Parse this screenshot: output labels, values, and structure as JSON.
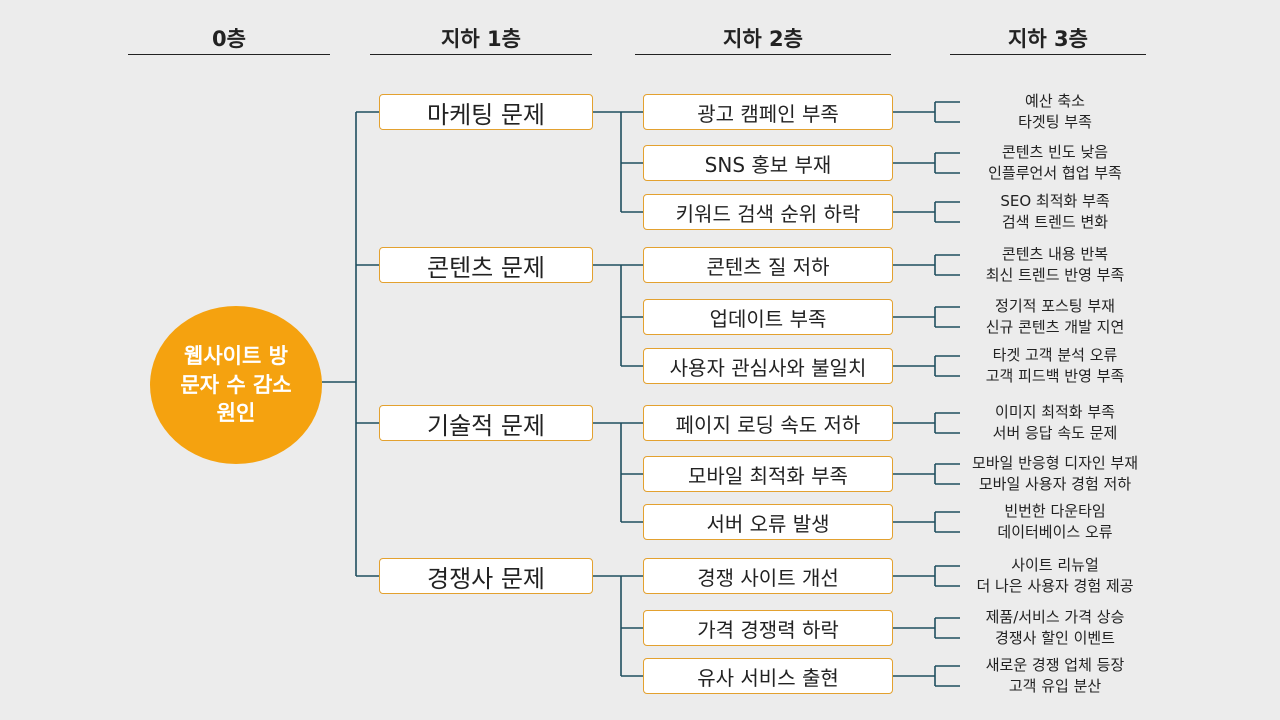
{
  "headers": [
    "0층",
    "지하 1층",
    "지하 2층",
    "지하 3층"
  ],
  "root": "웹사이트 방문자 수 감소 원인",
  "groups": [
    {
      "label": "마케팅 문제",
      "children": [
        {
          "label": "광고 캠페인 부족",
          "details": [
            "예산 축소",
            "타겟팅 부족"
          ]
        },
        {
          "label": "SNS 홍보 부재",
          "details": [
            "콘텐츠 빈도 낮음",
            "인플루언서 협업 부족"
          ]
        },
        {
          "label": "키워드 검색 순위 하락",
          "details": [
            "SEO 최적화 부족",
            "검색 트렌드 변화"
          ]
        }
      ]
    },
    {
      "label": "콘텐츠 문제",
      "children": [
        {
          "label": "콘텐츠 질 저하",
          "details": [
            "콘텐츠 내용 반복",
            "최신 트렌드 반영 부족"
          ]
        },
        {
          "label": "업데이트 부족",
          "details": [
            "정기적 포스팅 부재",
            "신규 콘텐츠 개발 지연"
          ]
        },
        {
          "label": "사용자 관심사와 불일치",
          "details": [
            "타겟 고객 분석 오류",
            "고객 피드백 반영 부족"
          ]
        }
      ]
    },
    {
      "label": "기술적 문제",
      "children": [
        {
          "label": "페이지 로딩 속도 저하",
          "details": [
            "이미지 최적화 부족",
            "서버 응답 속도 문제"
          ]
        },
        {
          "label": "모바일 최적화 부족",
          "details": [
            "모바일 반응형 디자인 부재",
            "모바일 사용자 경험 저하"
          ]
        },
        {
          "label": "서버 오류 발생",
          "details": [
            "빈번한 다운타임",
            "데이터베이스 오류"
          ]
        }
      ]
    },
    {
      "label": "경쟁사 문제",
      "children": [
        {
          "label": "경쟁 사이트 개선",
          "details": [
            "사이트 리뉴얼",
            "더 나은 사용자 경험 제공"
          ]
        },
        {
          "label": "가격 경쟁력 하락",
          "details": [
            "제품/서비스 가격 상승",
            "경쟁사 할인 이벤트"
          ]
        },
        {
          "label": "유사 서비스 출현",
          "details": [
            "새로운 경쟁 업체 등장",
            "고객 유입 분산"
          ]
        }
      ]
    }
  ],
  "colors": {
    "root_fill": "#f5a20f",
    "box_border": "#e3a12f",
    "connector": "#1f4e5f"
  }
}
